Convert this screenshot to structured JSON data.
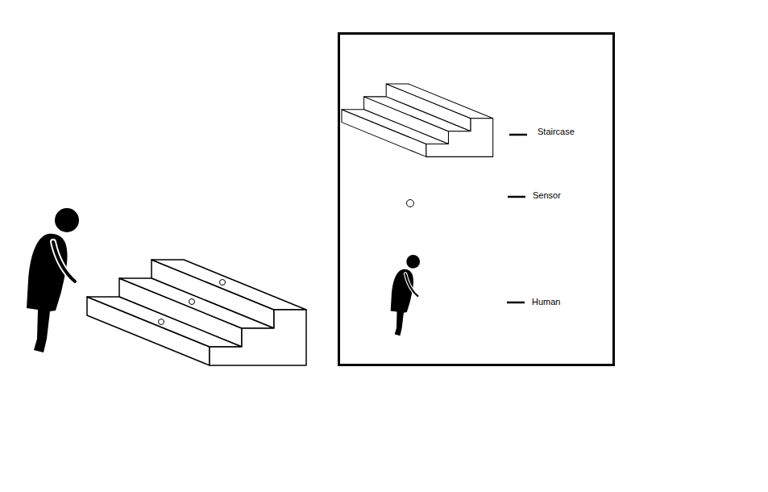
{
  "diagram": {
    "legend": [
      {
        "text": "Staircase"
      },
      {
        "text": "Sensor"
      },
      {
        "text": "Human"
      }
    ]
  }
}
